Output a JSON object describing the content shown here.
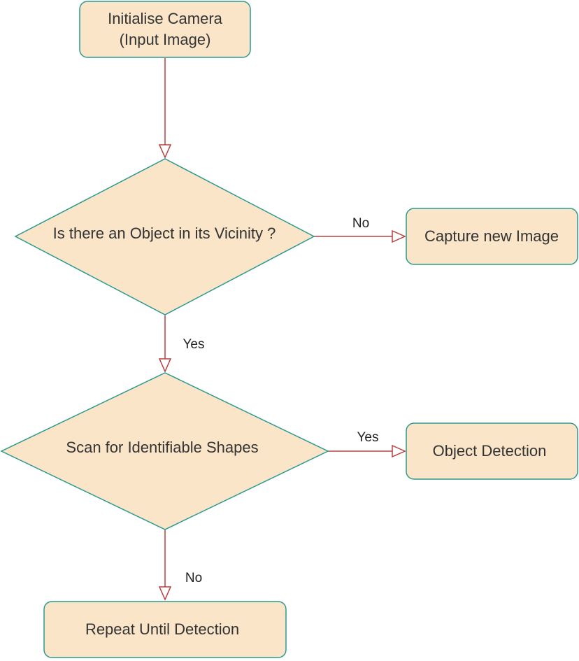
{
  "colors": {
    "node_fill": "#fae5c9",
    "node_stroke": "#2b9a8e",
    "arrow_stroke": "#b8403f",
    "background": "#ffffff",
    "text": "#333333"
  },
  "nodes": {
    "init_camera": {
      "shape": "rounded-rectangle",
      "line1": "Initialise Camera",
      "line2": "(Input Image)"
    },
    "object_check": {
      "shape": "diamond",
      "label": "Is there an Object in its Vicinity ?"
    },
    "capture_new": {
      "shape": "rounded-rectangle",
      "label": "Capture new Image"
    },
    "scan_shapes": {
      "shape": "diamond",
      "label": "Scan for Identifiable Shapes"
    },
    "object_detection": {
      "shape": "rounded-rectangle",
      "label": "Object Detection"
    },
    "repeat_until": {
      "shape": "rounded-rectangle",
      "label": "Repeat Until Detection"
    }
  },
  "edges": {
    "init_to_check": {
      "from": "init_camera",
      "to": "object_check",
      "label": ""
    },
    "check_no": {
      "from": "object_check",
      "to": "capture_new",
      "label": "No"
    },
    "check_yes": {
      "from": "object_check",
      "to": "scan_shapes",
      "label": "Yes"
    },
    "scan_yes": {
      "from": "scan_shapes",
      "to": "object_detection",
      "label": "Yes"
    },
    "scan_no": {
      "from": "scan_shapes",
      "to": "repeat_until",
      "label": "No"
    }
  }
}
